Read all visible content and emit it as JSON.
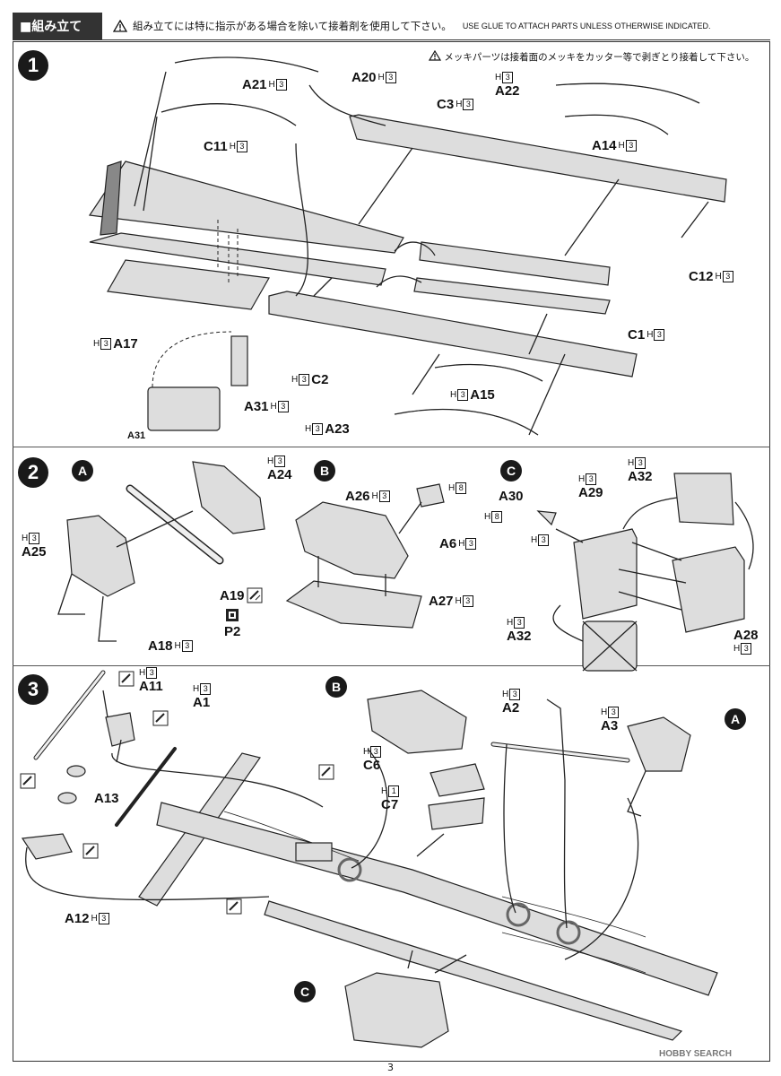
{
  "header": {
    "title": "■組み立て",
    "note_jp": "組み立てには特に指示がある場合を除いて接着剤を使用して下さい。",
    "note_en": "USE GLUE TO ATTACH PARTS UNLESS OTHERWISE INDICATED."
  },
  "chrome_note": "メッキパーツは接着面のメッキをカッター等で剥ぎとり接着して下さい。",
  "steps": {
    "s1": "1",
    "s2": "2",
    "s3": "3"
  },
  "subs": {
    "a": "A",
    "b": "B",
    "c": "C"
  },
  "labels": {
    "A20": "A20",
    "A21": "A21",
    "A22": "A22",
    "C3": "C3",
    "C11": "C11",
    "A14": "A14",
    "C12": "C12",
    "A17": "A17",
    "C1": "C1",
    "C2": "C2",
    "A15": "A15",
    "A31": "A31",
    "A23": "A23",
    "A31b": "A31",
    "A24": "A24",
    "A25": "A25",
    "A19": "A19",
    "P2": "P2",
    "A26": "A26",
    "A6": "A6",
    "A27": "A27",
    "A30": "A30",
    "A29": "A29",
    "A32": "A32",
    "A32b": "A32",
    "A28": "A28",
    "A18": "A18",
    "A11": "A11",
    "A1": "A1",
    "A13": "A13",
    "A12": "A12",
    "A2": "A2",
    "A3": "A3",
    "C6": "C6",
    "C7": "C7"
  },
  "hcodes": {
    "H": "H",
    "3": "3",
    "8": "8",
    "1": "1"
  },
  "page_number": "3",
  "watermark": "HOBBY SEARCH"
}
